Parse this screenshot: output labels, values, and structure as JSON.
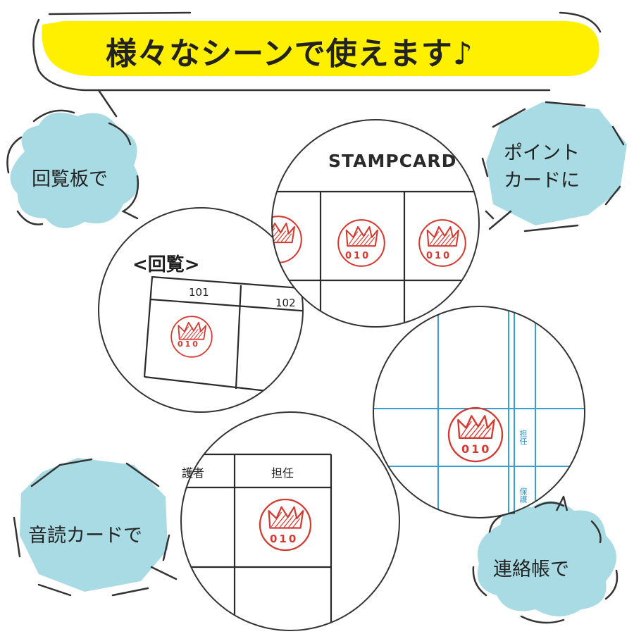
{
  "headline": "様々なシーンで使えます♪",
  "bubbles": [
    {
      "label": "回覧板で"
    },
    {
      "label": "ポイント\nカードに"
    },
    {
      "label": "音読カードで"
    },
    {
      "label": "連絡帳で"
    }
  ],
  "kairanban": {
    "title": "<回覧>",
    "room_a": "101",
    "room_b": "102"
  },
  "point_card": {
    "title": "STAMPCARD"
  },
  "ondoku_card": {
    "col_a": "護者",
    "col_b": "担任"
  },
  "renrakucho": {
    "label_a": "担任",
    "label_b": "保護"
  },
  "stamp": {
    "number": "010"
  },
  "colors": {
    "highlight_yellow": "#fff000",
    "bubble_blue": "#a8dbe4",
    "stamp_red": "#d23b32",
    "notebook_blue": "#3a9fd0"
  }
}
